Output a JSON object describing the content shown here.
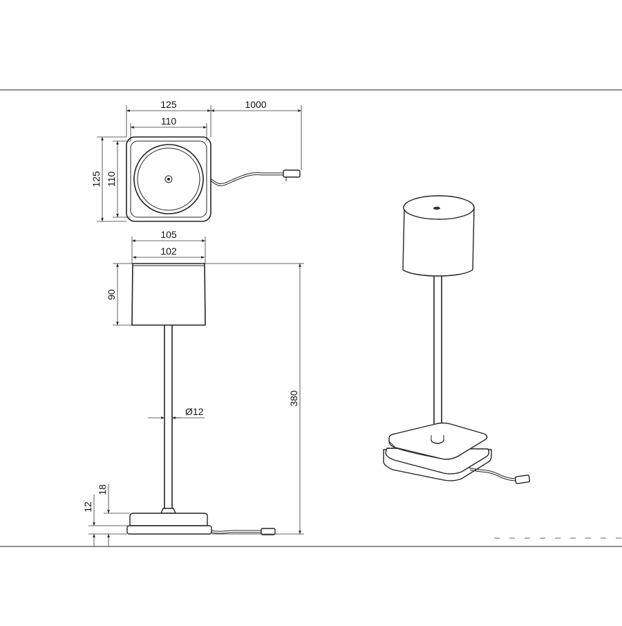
{
  "drawing": {
    "top_view": {
      "dim_outer_width": "125",
      "dim_inner_width": "110",
      "dim_cable_length": "1000",
      "dim_outer_height": "125",
      "dim_inner_height": "110"
    },
    "side_view": {
      "dim_shade_top_width": "105",
      "dim_shade_bottom_width": "102",
      "dim_shade_height": "90",
      "dim_total_height": "380",
      "dim_stem_diameter": "Ø12",
      "dim_base_height": "18",
      "dim_base_plate_height": "12"
    }
  }
}
